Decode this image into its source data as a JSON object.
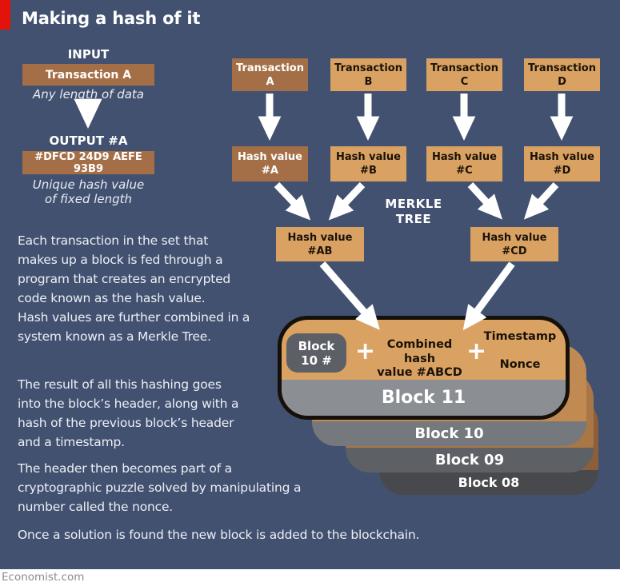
{
  "title": "Making a hash of it",
  "demo": {
    "input_label": "INPUT",
    "input_box": "Transaction A",
    "input_caption": "Any length of data",
    "output_label": "OUTPUT #A",
    "output_box": "#DFCD 24D9 AEFE 93B9",
    "output_caption": "Unique hash value\nof fixed length"
  },
  "merkle": {
    "label": "MERKLE\nTREE",
    "transactions": [
      {
        "label": "Transaction\nA"
      },
      {
        "label": "Transaction\nB"
      },
      {
        "label": "Transaction\nC"
      },
      {
        "label": "Transaction\nD"
      }
    ],
    "hash_values": [
      {
        "label": "Hash value\n#A"
      },
      {
        "label": "Hash value\n#B"
      },
      {
        "label": "Hash value\n#C"
      },
      {
        "label": "Hash value\n#D"
      }
    ],
    "combined_hashes": [
      {
        "label": "Hash value\n#AB"
      },
      {
        "label": "Hash value\n#CD"
      }
    ]
  },
  "block": {
    "prev_hash": "Block\n10 #",
    "plus1": "+",
    "combined": "Combined hash\nvalue #ABCD",
    "plus2": "+",
    "timestamp": "Timestamp",
    "nonce": "Nonce",
    "front": "Block 11",
    "stack": [
      {
        "label": "Block 10"
      },
      {
        "label": "Block 09"
      },
      {
        "label": "Block 08"
      }
    ]
  },
  "paragraphs": [
    {
      "text": "Each transaction in the set that\nmakes up a block is fed through a\nprogram that creates an encrypted\ncode known as the hash value."
    },
    {
      "text": "Hash values are further combined in a\nsystem known as a Merkle Tree."
    },
    {
      "text": "The result of all this hashing goes\ninto the block’s header, along with a\nhash of the previous block’s header\nand a timestamp."
    },
    {
      "text": "The header then becomes part of a\ncryptographic puzzle solved by manipulating a\nnumber called the nonce."
    },
    {
      "text": "Once a solution is found the new block is added to the blockchain."
    }
  ],
  "footer": "Economist.com",
  "colors": {
    "background": "#425170",
    "accent_red": "#e3120b",
    "tan_dark": "#a46f46",
    "tan_light": "#d9a263",
    "block_border": "#15100a",
    "block11_gray": "#8b8e92",
    "chip_gray": "#5c6066",
    "stack_tans": [
      "#c08a52",
      "#a97646",
      "#8c5e3a"
    ],
    "stack_grays": [
      "#75797d",
      "#5d6165",
      "#47494d"
    ],
    "footer_bg": "#ffffff",
    "footer_text": "#8b8b8b"
  }
}
